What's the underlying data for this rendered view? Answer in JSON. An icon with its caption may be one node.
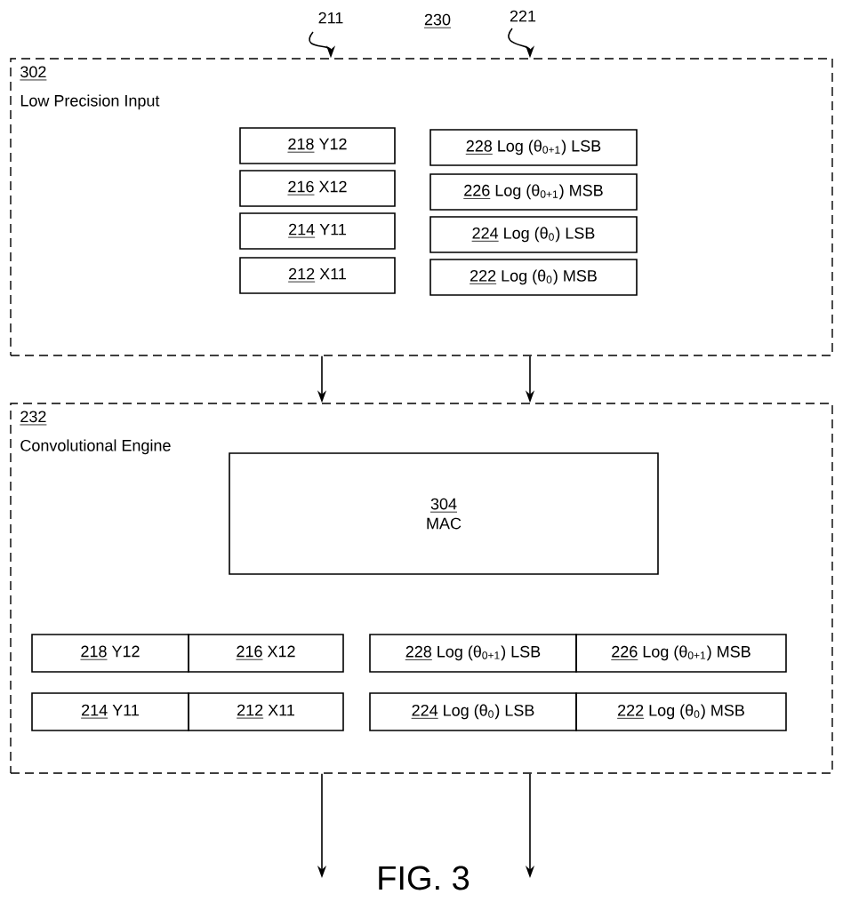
{
  "diagram": {
    "caption": "FIG. 3",
    "nodes": [
      {
        "text": [
          "302",
          "Low Precision Input"
        ]
      },
      {
        "text": [
          "218",
          "Y12"
        ],
        "in": 0
      },
      {
        "text": [
          "216",
          "X12"
        ],
        "in": 0
      },
      {
        "text": [
          "214",
          "Y11"
        ],
        "in": 0
      },
      {
        "text": [
          "212",
          "X11"
        ],
        "in": 0
      },
      {
        "text": [
          "228",
          "Log (θ$_{0+1}$) LSB"
        ],
        "in": 0
      },
      {
        "text": [
          "226",
          "Log (θ$_{0+1}$) MSB"
        ],
        "in": 0
      },
      {
        "text": [
          "224",
          "Log (θ$_{0}$) LSB"
        ],
        "in": 0
      },
      {
        "text": [
          "222",
          "Log (θ$_{0}$) MSB"
        ],
        "in": 0
      },
      {
        "text": [
          "232",
          "Convolutional Engine"
        ]
      },
      {
        "text": [
          "304",
          "MAC"
        ],
        "in": 9
      },
      {
        "text": [
          "218",
          "Y12"
        ],
        "in": 9
      },
      {
        "text": [
          "216",
          "X12"
        ],
        "in": 9
      },
      {
        "text": [
          "228",
          "Log (θ$_{0+1}$) LSB"
        ],
        "in": 9
      },
      {
        "text": [
          "226",
          "Log (θ$_{0+1}$) MSB"
        ],
        "in": 9
      },
      {
        "text": [
          "214",
          "Y11"
        ],
        "in": 9
      },
      {
        "text": [
          "212",
          "X11"
        ],
        "in": 9
      },
      {
        "text": [
          "224",
          "Log (θ$_{0}$) LSB"
        ],
        "in": 9
      },
      {
        "text": [
          "222",
          "Log (θ$_{0}$) MSB"
        ],
        "in": 9
      }
    ],
    "edges": [
      {
        "from": null,
        "to": 0,
        "arrow": "to",
        "label": "211"
      },
      {
        "from": null,
        "to": 0,
        "arrow": "to",
        "label": "221"
      },
      {
        "from": 0,
        "to": 9,
        "arrow": "to"
      },
      {
        "from": 0,
        "to": 9,
        "arrow": "to"
      },
      {
        "from": 9,
        "to": null,
        "arrow": "to"
      },
      {
        "from": 9,
        "to": null,
        "arrow": "to"
      }
    ],
    "labels": [
      "230"
    ]
  }
}
